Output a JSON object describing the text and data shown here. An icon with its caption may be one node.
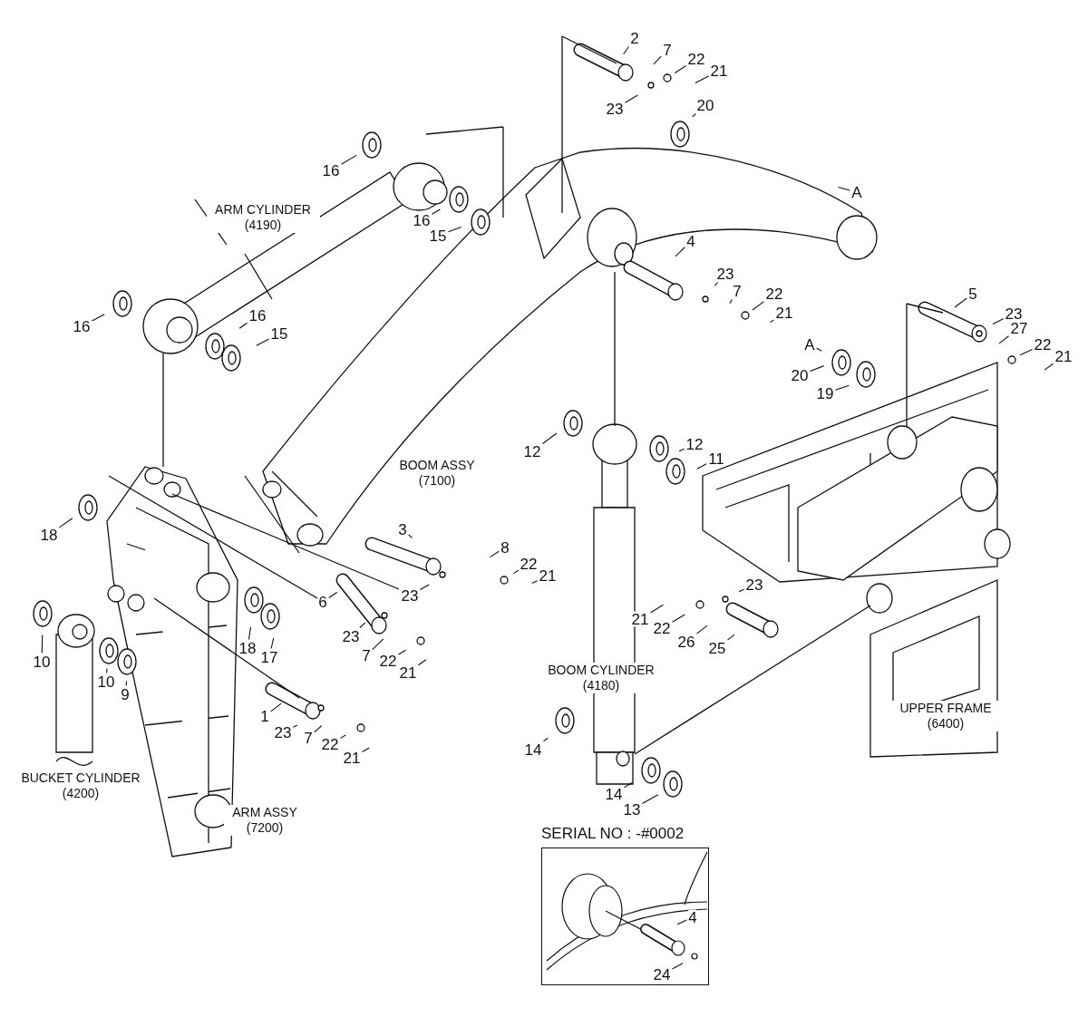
{
  "diagram": {
    "nodes": [
      {
        "text": [
          "2"
        ]
      },
      {
        "text": [
          "7"
        ]
      },
      {
        "text": [
          "22"
        ]
      },
      {
        "text": [
          "21"
        ]
      },
      {
        "text": [
          "23"
        ]
      },
      {
        "text": [
          "20"
        ]
      },
      {
        "text": [
          "16"
        ]
      },
      {
        "text": [
          "A"
        ]
      },
      {
        "text": [
          "16"
        ]
      },
      {
        "text": [
          "15"
        ]
      },
      {
        "text": [
          "4"
        ]
      },
      {
        "text": [
          "23"
        ]
      },
      {
        "text": [
          "7"
        ]
      },
      {
        "text": [
          "22"
        ]
      },
      {
        "text": [
          "21"
        ]
      },
      {
        "text": [
          "5"
        ]
      },
      {
        "text": [
          "23"
        ]
      },
      {
        "text": [
          "16"
        ]
      },
      {
        "text": [
          "16"
        ]
      },
      {
        "text": [
          "27"
        ]
      },
      {
        "text": [
          "15"
        ]
      },
      {
        "text": [
          "22"
        ]
      },
      {
        "text": [
          "21"
        ]
      },
      {
        "text": [
          "A"
        ]
      },
      {
        "text": [
          "20"
        ]
      },
      {
        "text": [
          "19"
        ]
      },
      {
        "text": [
          "12"
        ]
      },
      {
        "text": [
          "12"
        ]
      },
      {
        "text": [
          "11"
        ]
      },
      {
        "text": [
          "3"
        ]
      },
      {
        "text": [
          "18"
        ]
      },
      {
        "text": [
          "8"
        ]
      },
      {
        "text": [
          "22"
        ]
      },
      {
        "text": [
          "21"
        ]
      },
      {
        "text": [
          "23"
        ]
      },
      {
        "text": [
          "23"
        ]
      },
      {
        "text": [
          "6"
        ]
      },
      {
        "text": [
          "21"
        ]
      },
      {
        "text": [
          "22"
        ]
      },
      {
        "text": [
          "23"
        ]
      },
      {
        "text": [
          "26"
        ]
      },
      {
        "text": [
          "25"
        ]
      },
      {
        "text": [
          "18"
        ]
      },
      {
        "text": [
          "7"
        ]
      },
      {
        "text": [
          "17"
        ]
      },
      {
        "text": [
          "22"
        ]
      },
      {
        "text": [
          "10"
        ]
      },
      {
        "text": [
          "21"
        ]
      },
      {
        "text": [
          "10"
        ]
      },
      {
        "text": [
          "9"
        ]
      },
      {
        "text": [
          "1"
        ]
      },
      {
        "text": [
          "23"
        ]
      },
      {
        "text": [
          "7"
        ]
      },
      {
        "text": [
          "22"
        ]
      },
      {
        "text": [
          "21"
        ]
      },
      {
        "text": [
          "14"
        ]
      },
      {
        "text": [
          "14"
        ]
      },
      {
        "text": [
          "13"
        ]
      },
      {
        "text": [
          "SERIAL NO : -#0002"
        ]
      },
      {
        "text": [
          "4"
        ],
        "in": 58
      },
      {
        "text": [
          "24"
        ],
        "in": 58
      }
    ],
    "edges": [
      {
        "from": 0,
        "to": null,
        "arrow": "none"
      },
      {
        "from": 1,
        "to": null,
        "arrow": "none"
      },
      {
        "from": 2,
        "to": null,
        "arrow": "none"
      },
      {
        "from": 3,
        "to": null,
        "arrow": "none"
      },
      {
        "from": 4,
        "to": null,
        "arrow": "none"
      },
      {
        "from": 5,
        "to": null,
        "arrow": "none"
      },
      {
        "from": 6,
        "to": null,
        "arrow": "none"
      },
      {
        "from": 7,
        "to": null,
        "arrow": "none"
      },
      {
        "from": 8,
        "to": null,
        "arrow": "none"
      },
      {
        "from": 9,
        "to": null,
        "arrow": "none"
      },
      {
        "from": 10,
        "to": null,
        "arrow": "none"
      },
      {
        "from": 11,
        "to": null,
        "arrow": "none"
      },
      {
        "from": 12,
        "to": null,
        "arrow": "none"
      },
      {
        "from": 13,
        "to": null,
        "arrow": "none"
      },
      {
        "from": 14,
        "to": null,
        "arrow": "none"
      },
      {
        "from": 15,
        "to": null,
        "arrow": "none"
      },
      {
        "from": 16,
        "to": null,
        "arrow": "none"
      },
      {
        "from": 17,
        "to": null,
        "arrow": "none"
      },
      {
        "from": 18,
        "to": null,
        "arrow": "none"
      },
      {
        "from": 19,
        "to": null,
        "arrow": "none"
      },
      {
        "from": 20,
        "to": null,
        "arrow": "none"
      },
      {
        "from": 21,
        "to": null,
        "arrow": "none"
      },
      {
        "from": 22,
        "to": null,
        "arrow": "none"
      },
      {
        "from": 23,
        "to": null,
        "arrow": "none"
      },
      {
        "from": 24,
        "to": null,
        "arrow": "none"
      },
      {
        "from": 25,
        "to": null,
        "arrow": "none"
      },
      {
        "from": 26,
        "to": null,
        "arrow": "none"
      },
      {
        "from": 27,
        "to": null,
        "arrow": "none"
      },
      {
        "from": 28,
        "to": null,
        "arrow": "none"
      },
      {
        "from": 29,
        "to": null,
        "arrow": "none"
      },
      {
        "from": 30,
        "to": null,
        "arrow": "none"
      },
      {
        "from": 31,
        "to": null,
        "arrow": "none"
      },
      {
        "from": 32,
        "to": null,
        "arrow": "none"
      },
      {
        "from": 33,
        "to": null,
        "arrow": "none"
      },
      {
        "from": 34,
        "to": null,
        "arrow": "none"
      },
      {
        "from": 35,
        "to": null,
        "arrow": "none"
      },
      {
        "from": 36,
        "to": null,
        "arrow": "none"
      },
      {
        "from": 37,
        "to": null,
        "arrow": "none"
      },
      {
        "from": 38,
        "to": null,
        "arrow": "none"
      },
      {
        "from": 39,
        "to": null,
        "arrow": "none"
      },
      {
        "from": 40,
        "to": null,
        "arrow": "none"
      },
      {
        "from": 41,
        "to": null,
        "arrow": "none"
      },
      {
        "from": 42,
        "to": null,
        "arrow": "none"
      },
      {
        "from": 43,
        "to": null,
        "arrow": "none"
      },
      {
        "from": 44,
        "to": null,
        "arrow": "none"
      },
      {
        "from": 45,
        "to": null,
        "arrow": "none"
      },
      {
        "from": 46,
        "to": null,
        "arrow": "none"
      },
      {
        "from": 47,
        "to": null,
        "arrow": "none"
      },
      {
        "from": 48,
        "to": null,
        "arrow": "none"
      },
      {
        "from": 49,
        "to": null,
        "arrow": "none"
      },
      {
        "from": 50,
        "to": null,
        "arrow": "none"
      },
      {
        "from": 51,
        "to": null,
        "arrow": "none"
      },
      {
        "from": 52,
        "to": null,
        "arrow": "none"
      },
      {
        "from": 53,
        "to": null,
        "arrow": "none"
      },
      {
        "from": 54,
        "to": null,
        "arrow": "none"
      },
      {
        "from": 55,
        "to": null,
        "arrow": "none"
      },
      {
        "from": 56,
        "to": null,
        "arrow": "none"
      },
      {
        "from": 57,
        "to": null,
        "arrow": "none"
      },
      {
        "from": 59,
        "to": null,
        "arrow": "none"
      },
      {
        "from": 60,
        "to": null,
        "arrow": "none"
      }
    ],
    "labels": [
      "ARM CYLINDER (4190)",
      "BOOM ASSY (7100)",
      "BOOM CYLINDER (4180)",
      "UPPER FRAME (6400)",
      "BUCKET CYLINDER (4200)",
      "ARM ASSY (7200)"
    ]
  }
}
